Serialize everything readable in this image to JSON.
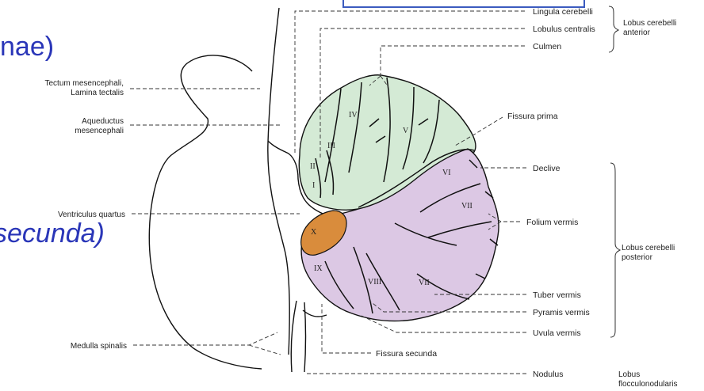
{
  "slide": {
    "heading_fragment": "nae)",
    "italic_fragment": "secunda)"
  },
  "colors": {
    "lobus_anterior_fill": "#d4ead5",
    "lobus_posterior_fill": "#dcc8e4",
    "nodulus_fill": "#d98c3c",
    "slide_text": "#2a36b8"
  },
  "labels": {
    "left": {
      "tectum_1": "Tectum mesencephali,",
      "tectum_2": "Lamina tectalis",
      "aqueductus_1": "Aqueductus",
      "aqueductus_2": "mesencephali",
      "ventriculus": "Ventriculus quartus",
      "medulla": "Medulla spinalis"
    },
    "right": {
      "lingula": "Lingula cerebelli",
      "lobulus_centralis": "Lobulus centralis",
      "culmen": "Culmen",
      "fissura_prima": "Fissura prima",
      "declive": "Declive",
      "folium": "Folium vermis",
      "tuber": "Tuber vermis",
      "pyramis": "Pyramis vermis",
      "uvula": "Uvula vermis",
      "fissura_secunda": "Fissura secunda",
      "nodulus": "Nodulus"
    },
    "groups": {
      "anterior_1": "Lobus cerebelli",
      "anterior_2": "anterior",
      "posterior_1": "Lobus cerebelli",
      "posterior_2": "posterior",
      "flocculo_1": "Lobus",
      "flocculo_2": "flocculonodularis"
    },
    "lobules": {
      "I": "I",
      "II": "II",
      "III": "III",
      "IV": "IV",
      "V": "V",
      "VI": "VI",
      "VII_a": "VII",
      "VII_b": "VII",
      "VIII": "VIII",
      "IX": "IX",
      "X": "X"
    }
  }
}
